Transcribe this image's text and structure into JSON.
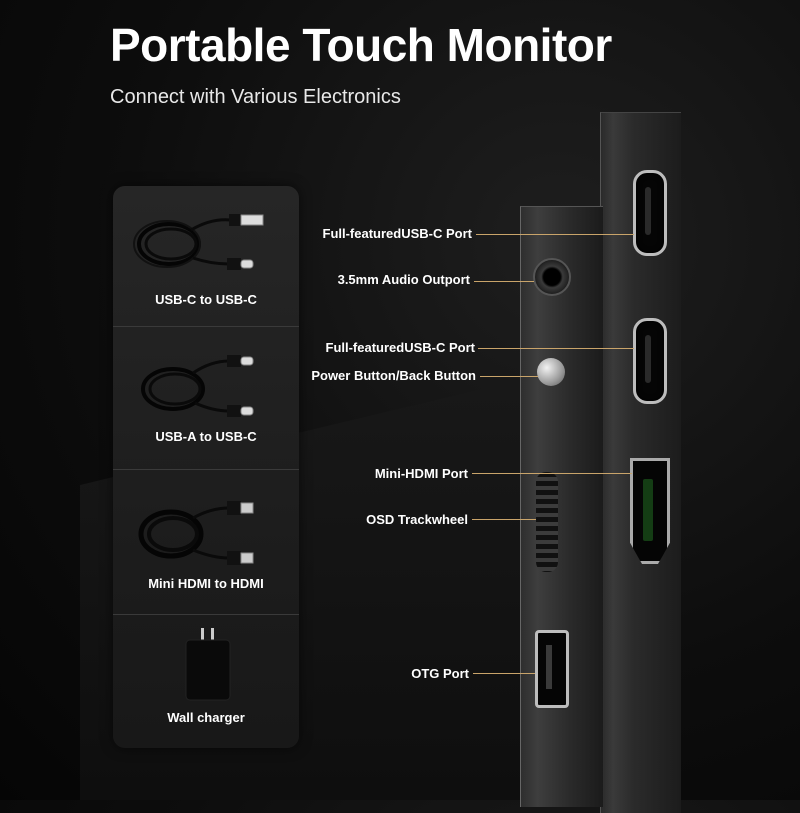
{
  "header": {
    "title": "Portable Touch Monitor",
    "subtitle": "Connect with Various Electronics"
  },
  "accessories": [
    {
      "label": "USB-C to USB-C",
      "icon": "usb-c-cable-icon"
    },
    {
      "label": "USB-A to USB-C",
      "icon": "usb-a-cable-icon"
    },
    {
      "label": "Mini HDMI to HDMI",
      "icon": "hdmi-cable-icon"
    },
    {
      "label": "Wall charger",
      "icon": "wall-charger-icon"
    }
  ],
  "ports": [
    {
      "label": "Full-featuredUSB-C Port"
    },
    {
      "label": "3.5mm Audio Outport"
    },
    {
      "label": "Full-featuredUSB-C Port"
    },
    {
      "label": "Power Button/Back Button"
    },
    {
      "label": "Mini-HDMI Port"
    },
    {
      "label": "OSD Trackwheel"
    },
    {
      "label": "OTG Port"
    }
  ],
  "colors": {
    "background": "#0d0d0d",
    "leader_line": "#c9a46a",
    "text": "#ffffff"
  }
}
